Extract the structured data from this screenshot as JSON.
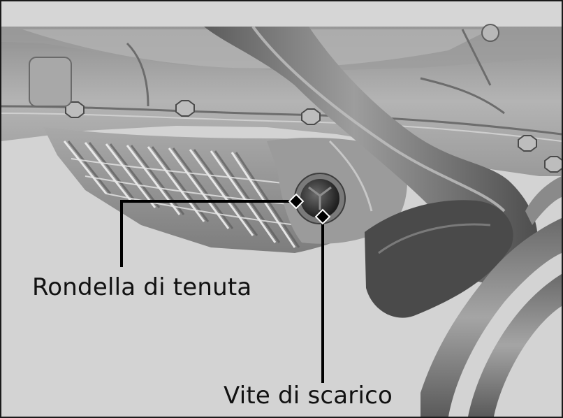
{
  "figure": {
    "background": "#d3d3d3",
    "border_color": "#1a1a1a",
    "callouts": [
      {
        "id": "washer",
        "label": "Rondella di tenuta"
      },
      {
        "id": "drain-bolt",
        "label": "Vite di scarico"
      }
    ]
  }
}
